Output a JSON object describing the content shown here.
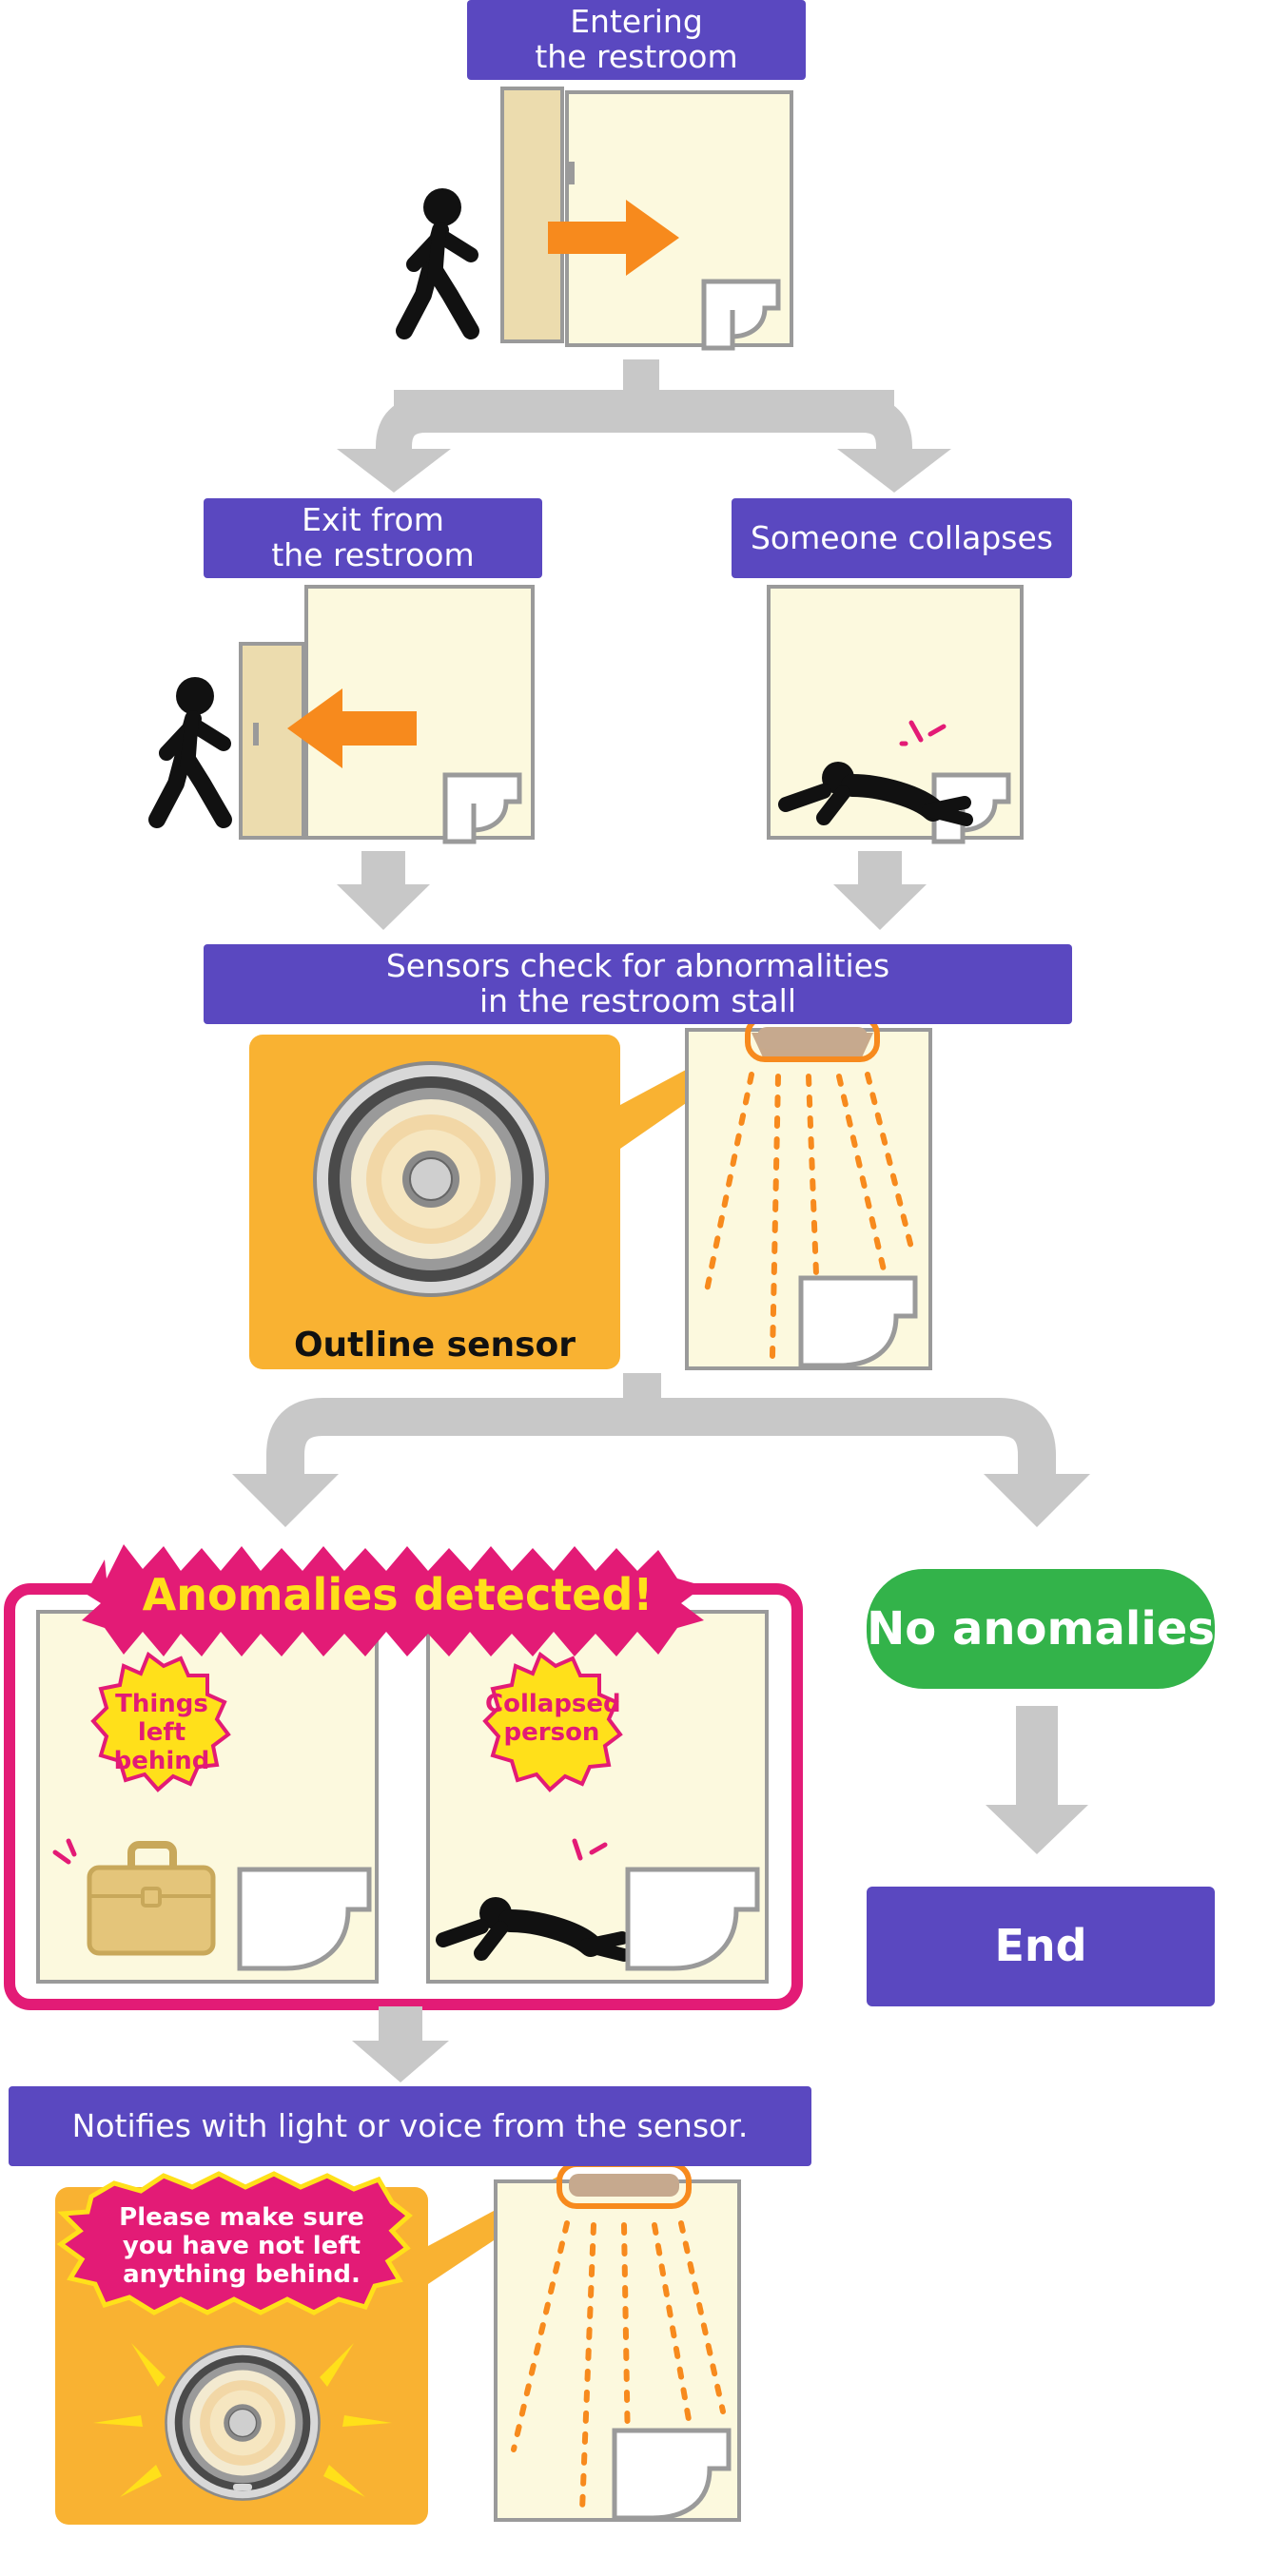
{
  "steps": {
    "entering": "Entering\nthe restroom",
    "exit": "Exit from\nthe restroom",
    "collapse": "Someone collapses",
    "sensors": "Sensors check for abnormalities\nin the restroom stall",
    "sensor_caption": "Outline sensor",
    "anomalies_banner": "Anomalies detected!",
    "no_anomalies": "No anomalies",
    "end": "End",
    "notify": "Notifies with light or voice from the sensor."
  },
  "bursts": {
    "left_behind": "Things\nleft behind",
    "collapsed": "Collapsed\nperson"
  },
  "speech": "Please make sure\nyou have not left\nanything behind.",
  "colors": {
    "label_bg": "#5a48c0",
    "orange_panel": "#f9b232",
    "arrow_gray": "#c8c8c8",
    "magenta": "#e31b76",
    "green": "#33b34a",
    "stall_bg": "#fcf9de",
    "door": "#ecdcae",
    "arrow_orange": "#f78a1d",
    "yellow": "#ffe01a"
  }
}
